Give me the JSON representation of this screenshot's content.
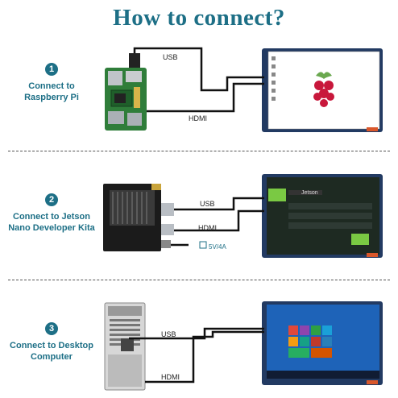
{
  "title": "How to connect?",
  "steps": [
    {
      "number": "1",
      "line1": "Connect to",
      "line2": "Raspberry Pi",
      "cable_top": "USB",
      "cable_bottom": "HDMI"
    },
    {
      "number": "2",
      "line1": "Connect to Jetson",
      "line2": "Nano Developer Kita",
      "cable_top": "USB",
      "cable_bottom": "HDMI",
      "power_label": "5V/4A"
    },
    {
      "number": "3",
      "line1": "Connect to Desktop",
      "line2": "Computer",
      "cable_top": "USB",
      "cable_bottom": "HDMI"
    }
  ],
  "jetson_screen_text": "Jetson",
  "colors": {
    "accent": "#1d6f86",
    "screen_green": "#7ac943",
    "windows_blue": "#1e63b8",
    "pi_red": "#c8173b"
  }
}
